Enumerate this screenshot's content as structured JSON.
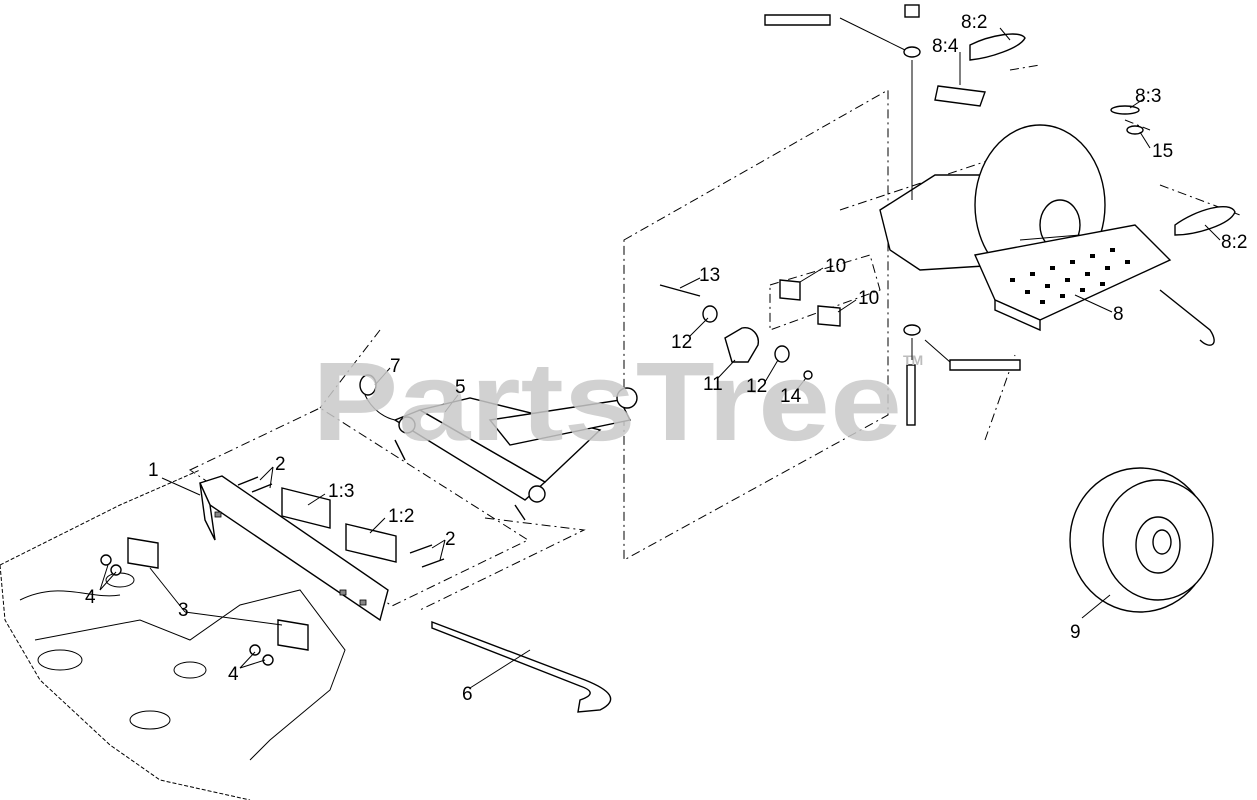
{
  "watermark": {
    "text": "PartsTree",
    "trademark": "TM"
  },
  "callouts": [
    {
      "id": "c1",
      "text": "1"
    },
    {
      "id": "c2a",
      "text": "2"
    },
    {
      "id": "c2b",
      "text": "2"
    },
    {
      "id": "c13",
      "text": "1:3"
    },
    {
      "id": "c12b",
      "text": "1:2"
    },
    {
      "id": "c3",
      "text": "3"
    },
    {
      "id": "c4a",
      "text": "4"
    },
    {
      "id": "c4b",
      "text": "4"
    },
    {
      "id": "c5",
      "text": "5"
    },
    {
      "id": "c6",
      "text": "6"
    },
    {
      "id": "c7",
      "text": "7"
    },
    {
      "id": "c8",
      "text": "8"
    },
    {
      "id": "c82a",
      "text": "8:2"
    },
    {
      "id": "c82b",
      "text": "8:2"
    },
    {
      "id": "c83",
      "text": "8:3"
    },
    {
      "id": "c84",
      "text": "8:4"
    },
    {
      "id": "c9",
      "text": "9"
    },
    {
      "id": "c10a",
      "text": "10"
    },
    {
      "id": "c10b",
      "text": "10"
    },
    {
      "id": "c11",
      "text": "11"
    },
    {
      "id": "c12a",
      "text": "12"
    },
    {
      "id": "c12c",
      "text": "12"
    },
    {
      "id": "c13b",
      "text": "13"
    },
    {
      "id": "c14",
      "text": "14"
    },
    {
      "id": "c15",
      "text": "15"
    }
  ]
}
